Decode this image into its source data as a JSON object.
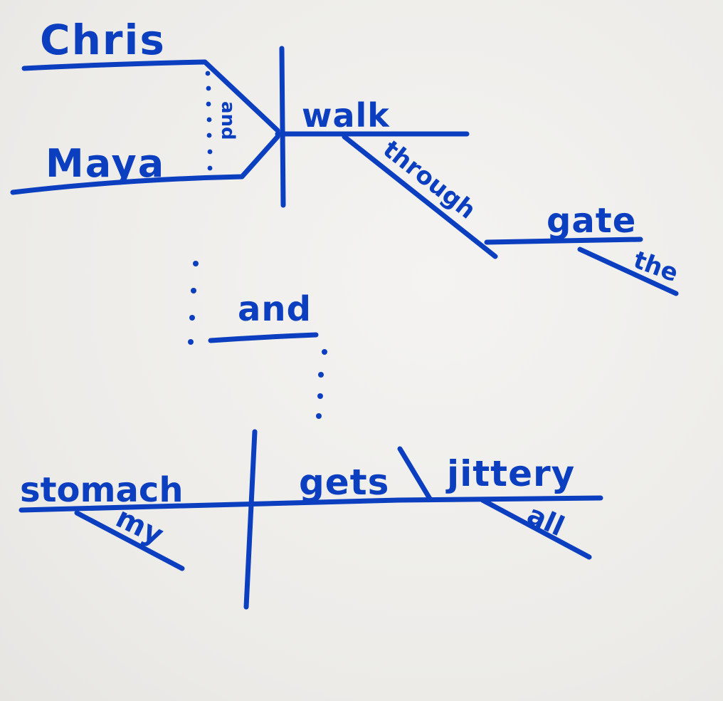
{
  "diagram": {
    "clause1": {
      "subject1": "Chris",
      "subject2": "Maya",
      "subject_conjunction": "and",
      "verb": "walk",
      "preposition": "through",
      "prep_object": "gate",
      "article": "the"
    },
    "clause_conjunction": "and",
    "clause2": {
      "subject": "stomach",
      "possessive": "my",
      "verb": "gets",
      "complement": "jittery",
      "modifier": "all"
    },
    "ink_color": "#0c3fc0"
  }
}
